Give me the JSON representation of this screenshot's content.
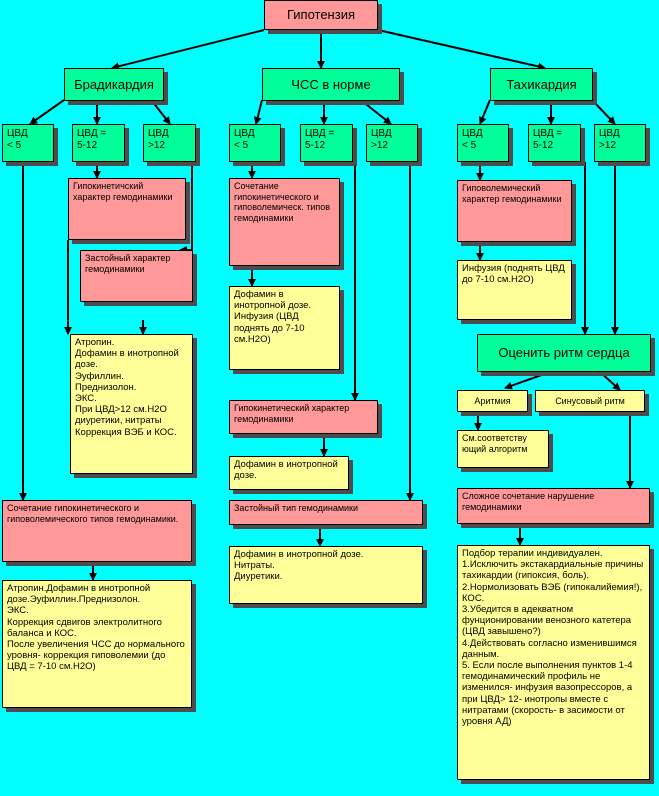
{
  "title": "Гипотензия",
  "groups": {
    "brady": "Брадикардия",
    "normal": "ЧСС в норме",
    "tachy": "Тахикардия"
  },
  "cvd": {
    "lt5": "ЦВД\n< 5",
    "mid": "ЦВД =\n5-12",
    "gt12": "ЦВД\n>12"
  },
  "brady": {
    "hypokinetic": "Гипокинетичский характер гемодинамики",
    "congestive": "Застойный характер гемодинамики",
    "treatment": "Атропин.\nДофамин в инотропной дозе.\nЭуфиллин.\nПреднизолон.\nЭКС.\nПри ЦВД>12 см.Н2О диуретики, нитраты\nКоррекция ВЭБ и КОС.",
    "combined": "Сочетание гипокинетического и гиповолемического типов гемодинамики.",
    "combined_treatment": "Атропин.Дофамин в инотропной дозе.Эуфиллин.Преднизолон.\nЭКС.\nКоррекция сдвигов электролитного баланса и КОС.\nПосле увеличения ЧСС до нормального уровня- коррекция гиповолемии (до ЦВД = 7-10 см.Н2О)"
  },
  "normal": {
    "combined": "Сочетание гипокинетического и гиповолемическ. типов гемодинамики",
    "combined_treatment": "Дофамин в инотропной дозе.\nИнфузия (ЦВД поднять до 7-10 см.Н2О)",
    "hypokinetic": "Гипокинетический характер гемодинамики",
    "hypokinetic_treatment": "Дофамин в инотропной дозе.",
    "congestive": "Застойный тип гемодинамики",
    "congestive_treatment": "Дофамин в инотропной дозе.\nНитраты.\nДиуретики."
  },
  "tachy": {
    "hypovolemic": "Гиповолемический характер гемодинамики",
    "infusion": "Инфузия (поднять ЦВД до 7-10 см.Н2О)",
    "assess_rhythm": "Оценить ритм сердца",
    "arrhythmia": "Аритмия",
    "sinus": "Синусовый ритм",
    "algorithm": "См.соответству ющий алгоритм",
    "complex": "Сложное сочетание нарушение гемодинамики",
    "therapy": "Подбор терапии индивидуален.\n1.Исключить экстакардиальные причины тахикардии (гипоксия, боль).\n2.Нормолизовать ВЭБ (гипокалийемия!), КОС.\n3.Убедится в адекватном фунционировании венозного катетера (ЦВД завышено?)\n4.Действовать согласно изменившимся данным.\n5. Если после выполнения пунктов 1-4 гемодинамический профиль не изменился- инфузия вазопрессоров, а при ЦВД> 12- инотропы вместе с нитратами (скорость- в засимости от уровня АД)"
  }
}
